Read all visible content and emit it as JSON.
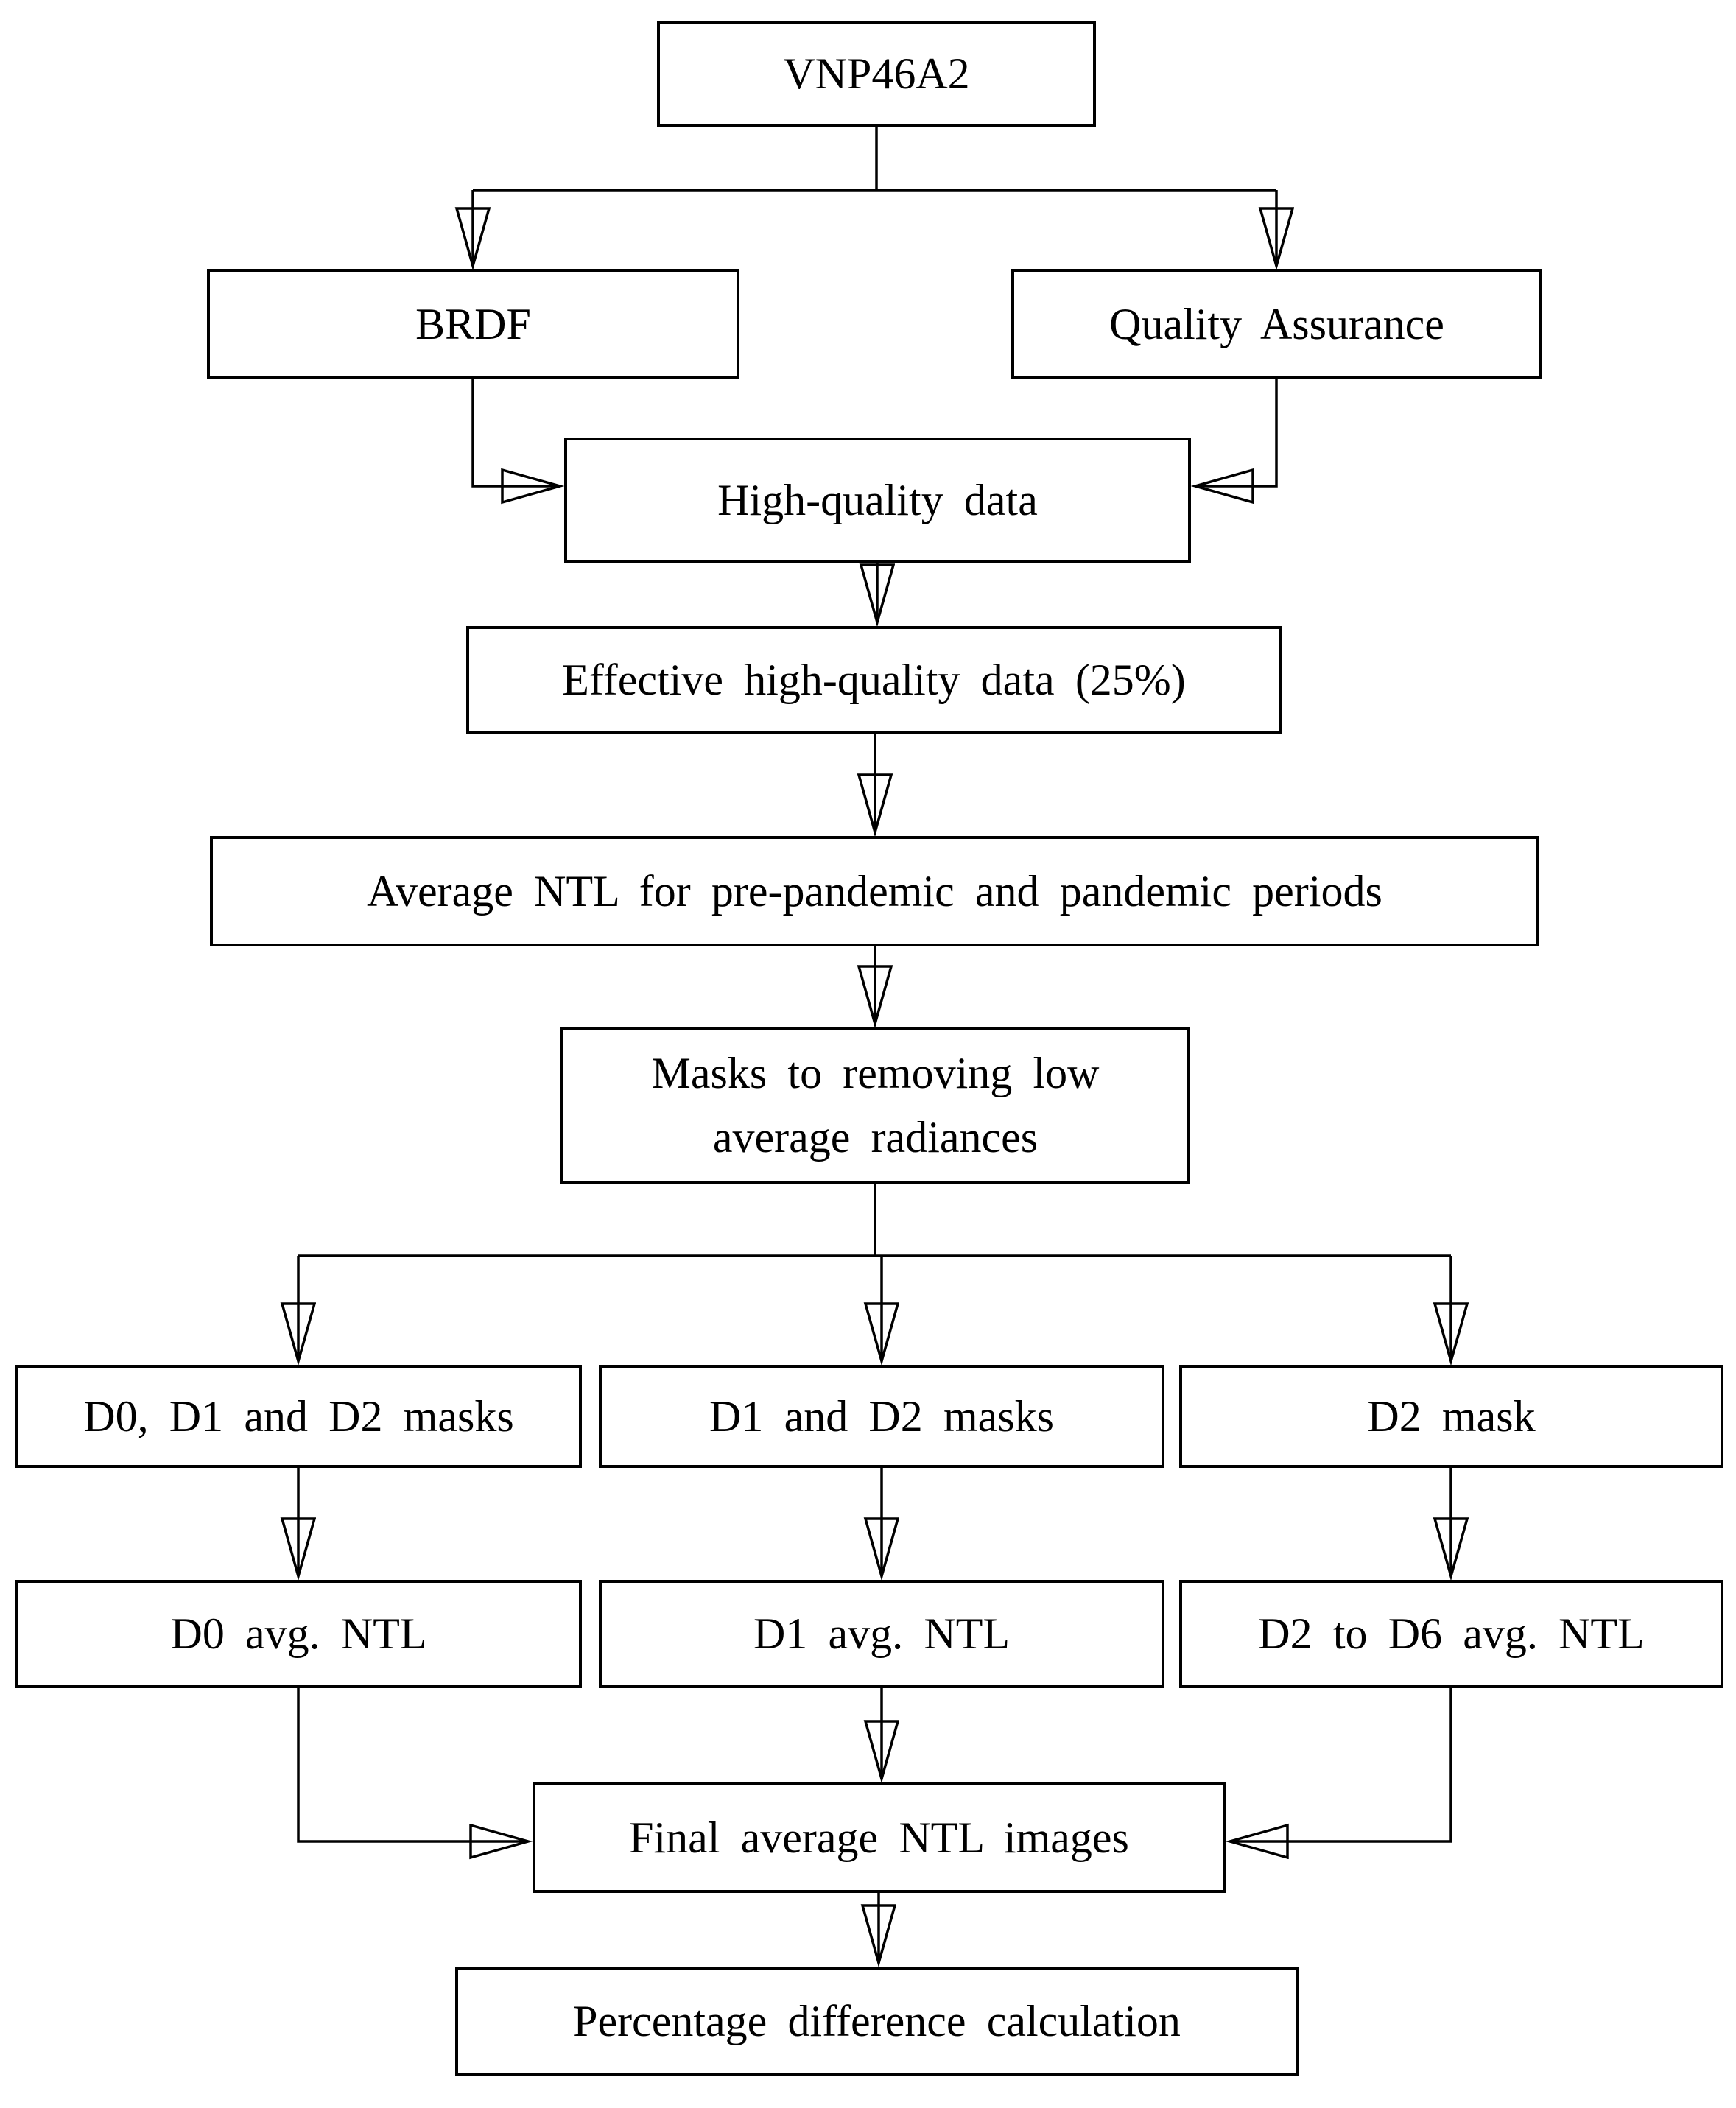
{
  "figure": {
    "background_color": "#ffffff",
    "line_color": "#000000",
    "box_border_color": "#000000",
    "text_color": "#000000"
  },
  "nodes": {
    "vnp46a2": {
      "label": "VNP46A2"
    },
    "brdf": {
      "label": "BRDF"
    },
    "qa": {
      "label": "Quality Assurance"
    },
    "hq": {
      "label": "High-quality data"
    },
    "effective": {
      "label": "Effective high-quality data (25%)"
    },
    "average": {
      "label": "Average NTL for pre-pandemic and pandemic periods"
    },
    "masks": {
      "label": "Masks to removing low average radiances"
    },
    "d0d1d2": {
      "label": "D0, D1 and D2 masks"
    },
    "d1d2": {
      "label": "D1 and D2 masks"
    },
    "d2": {
      "label": "D2 mask"
    },
    "d0avg": {
      "label": "D0 avg. NTL"
    },
    "d1avg": {
      "label": "D1 avg. NTL"
    },
    "d2avg": {
      "label": "D2 to D6 avg. NTL"
    },
    "final": {
      "label": "Final average NTL images"
    },
    "pct": {
      "label": "Percentage difference calculation"
    }
  }
}
